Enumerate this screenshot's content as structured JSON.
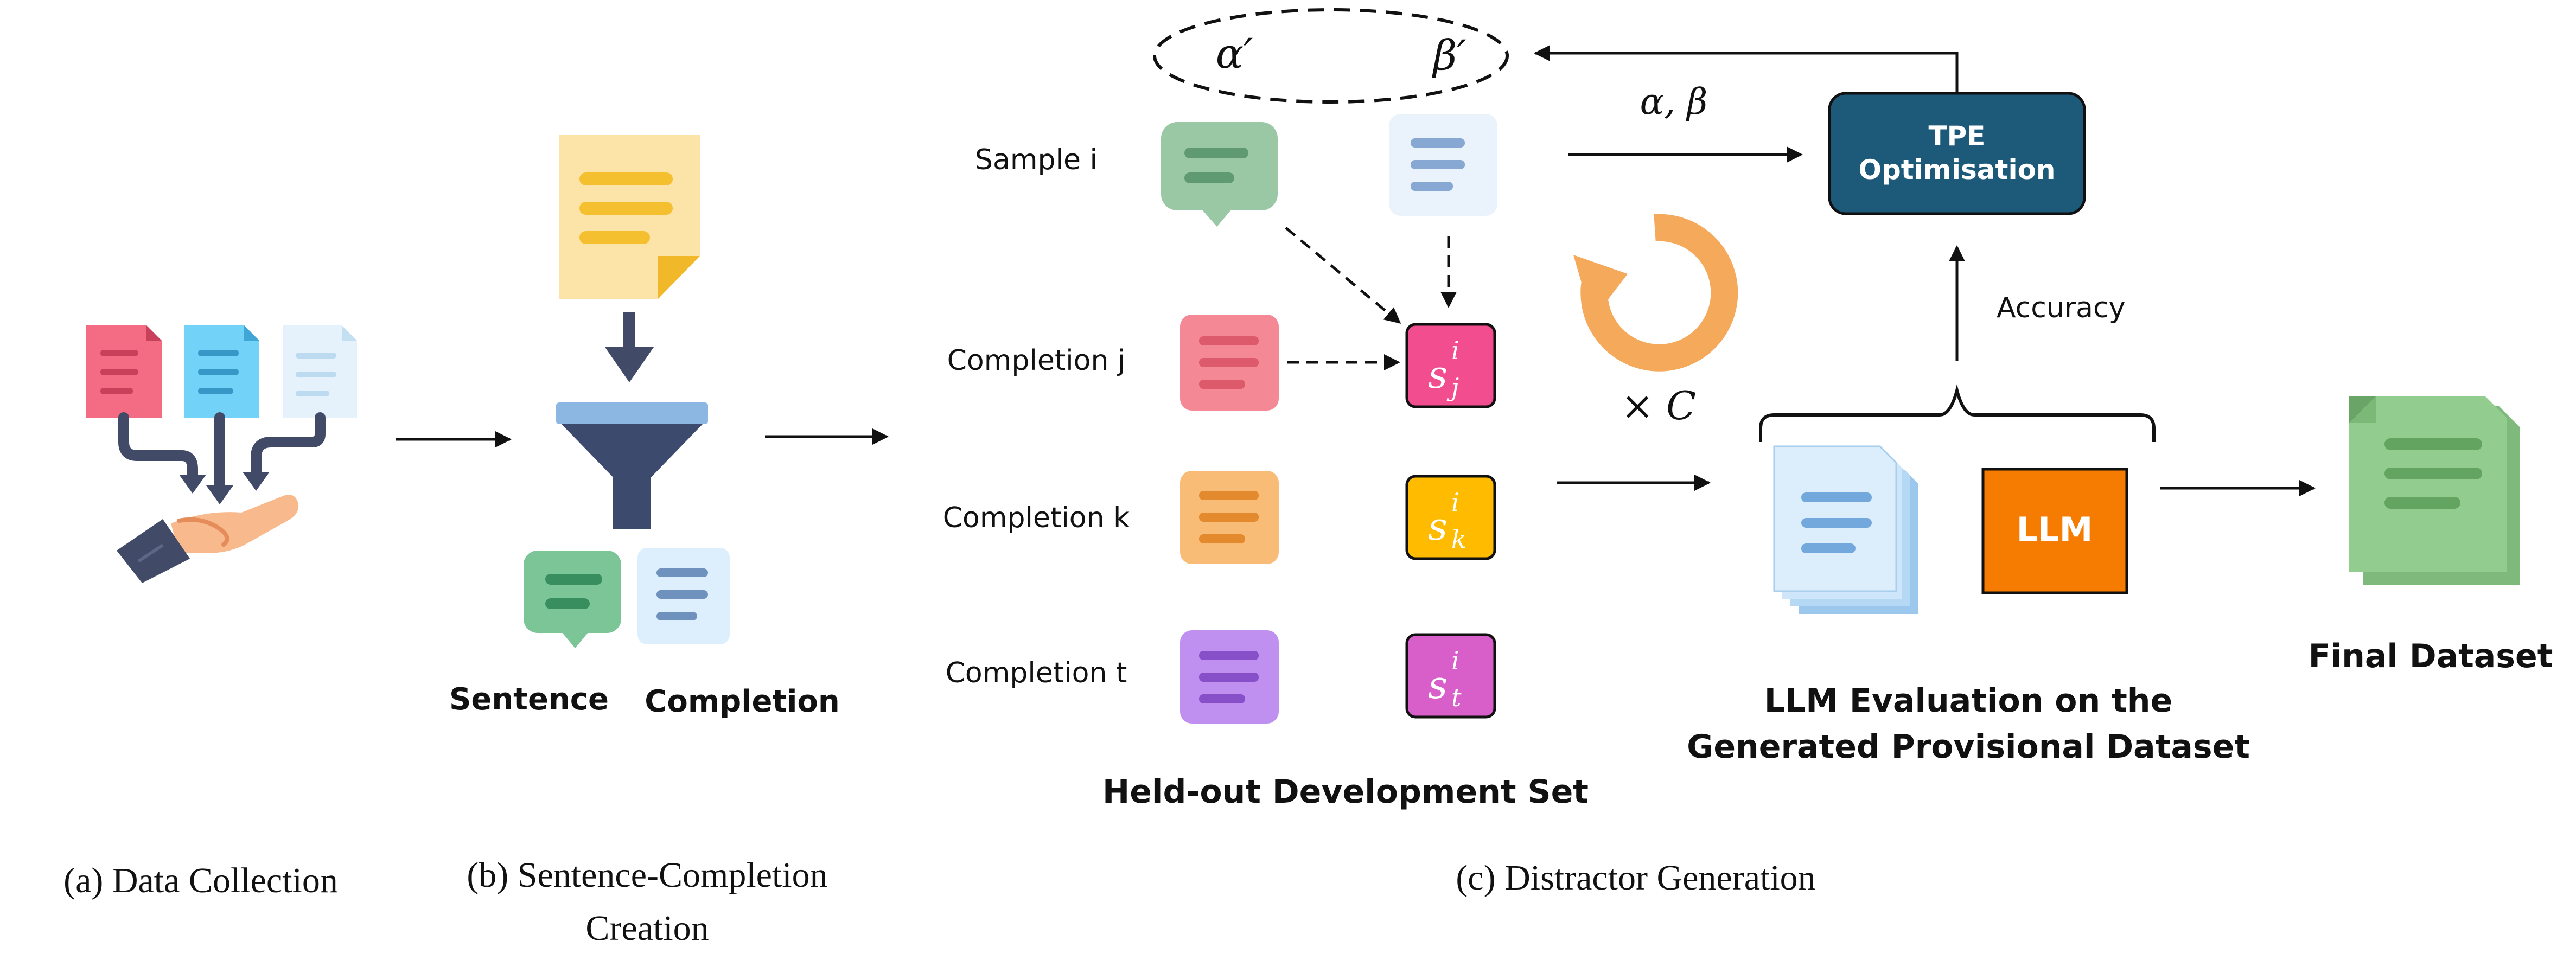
{
  "labels": {
    "sample_i": "Sample i",
    "completion_j": "Completion j",
    "completion_k": "Completion k",
    "completion_t": "Completion t",
    "sentence": "Sentence",
    "completion": "Completion",
    "held_out": "Held-out Development Set",
    "llm_eval_line1": "LLM Evaluation on the",
    "llm_eval_line2": "Generated Provisional Dataset",
    "final_dataset": "Final Dataset",
    "accuracy": "Accuracy",
    "tpe_line1": "TPE",
    "tpe_line2": "Optimisation",
    "llm": "LLM",
    "alpha_prime": "α′",
    "beta_prime": "β′",
    "alpha_beta": "α, β",
    "times_c": "× C",
    "score_base": "s",
    "score_sup": "i",
    "score_j": "j",
    "score_k": "k",
    "score_t": "t"
  },
  "captions": {
    "a": "(a) Data Collection",
    "b_line1": "(b) Sentence-Completion",
    "b_line2": "Creation",
    "c": "(c) Distractor Generation"
  },
  "icons": {
    "collection": "document-collection-icon",
    "paper": "document-icon",
    "funnel": "funnel-icon",
    "chat": "chat-bubble-icon",
    "note": "note-icon",
    "refresh": "refresh-loop-icon",
    "stack": "document-stack-icon",
    "final": "final-dataset-icon"
  },
  "colors": {
    "tpe_box": "#1d5a7a",
    "llm_box": "#f57c00",
    "score_j": "#f24d8e",
    "score_k": "#ffbb00",
    "score_t": "#d85ec9",
    "loop": "#f5a95b",
    "doc_red": "#f46b84",
    "doc_blue": "#73d2f8",
    "doc_pale": "#e6f2fb",
    "paper": "#fce3a8",
    "funnel": "#3c4a6e",
    "funnel_rim": "#8cb7e3",
    "chat_green": "#7cc596",
    "chat_sage": "#9ac7a4",
    "card_j": "#f58895",
    "card_k": "#f9bc77",
    "card_t": "#c090f0",
    "final": "#92cc8e"
  }
}
